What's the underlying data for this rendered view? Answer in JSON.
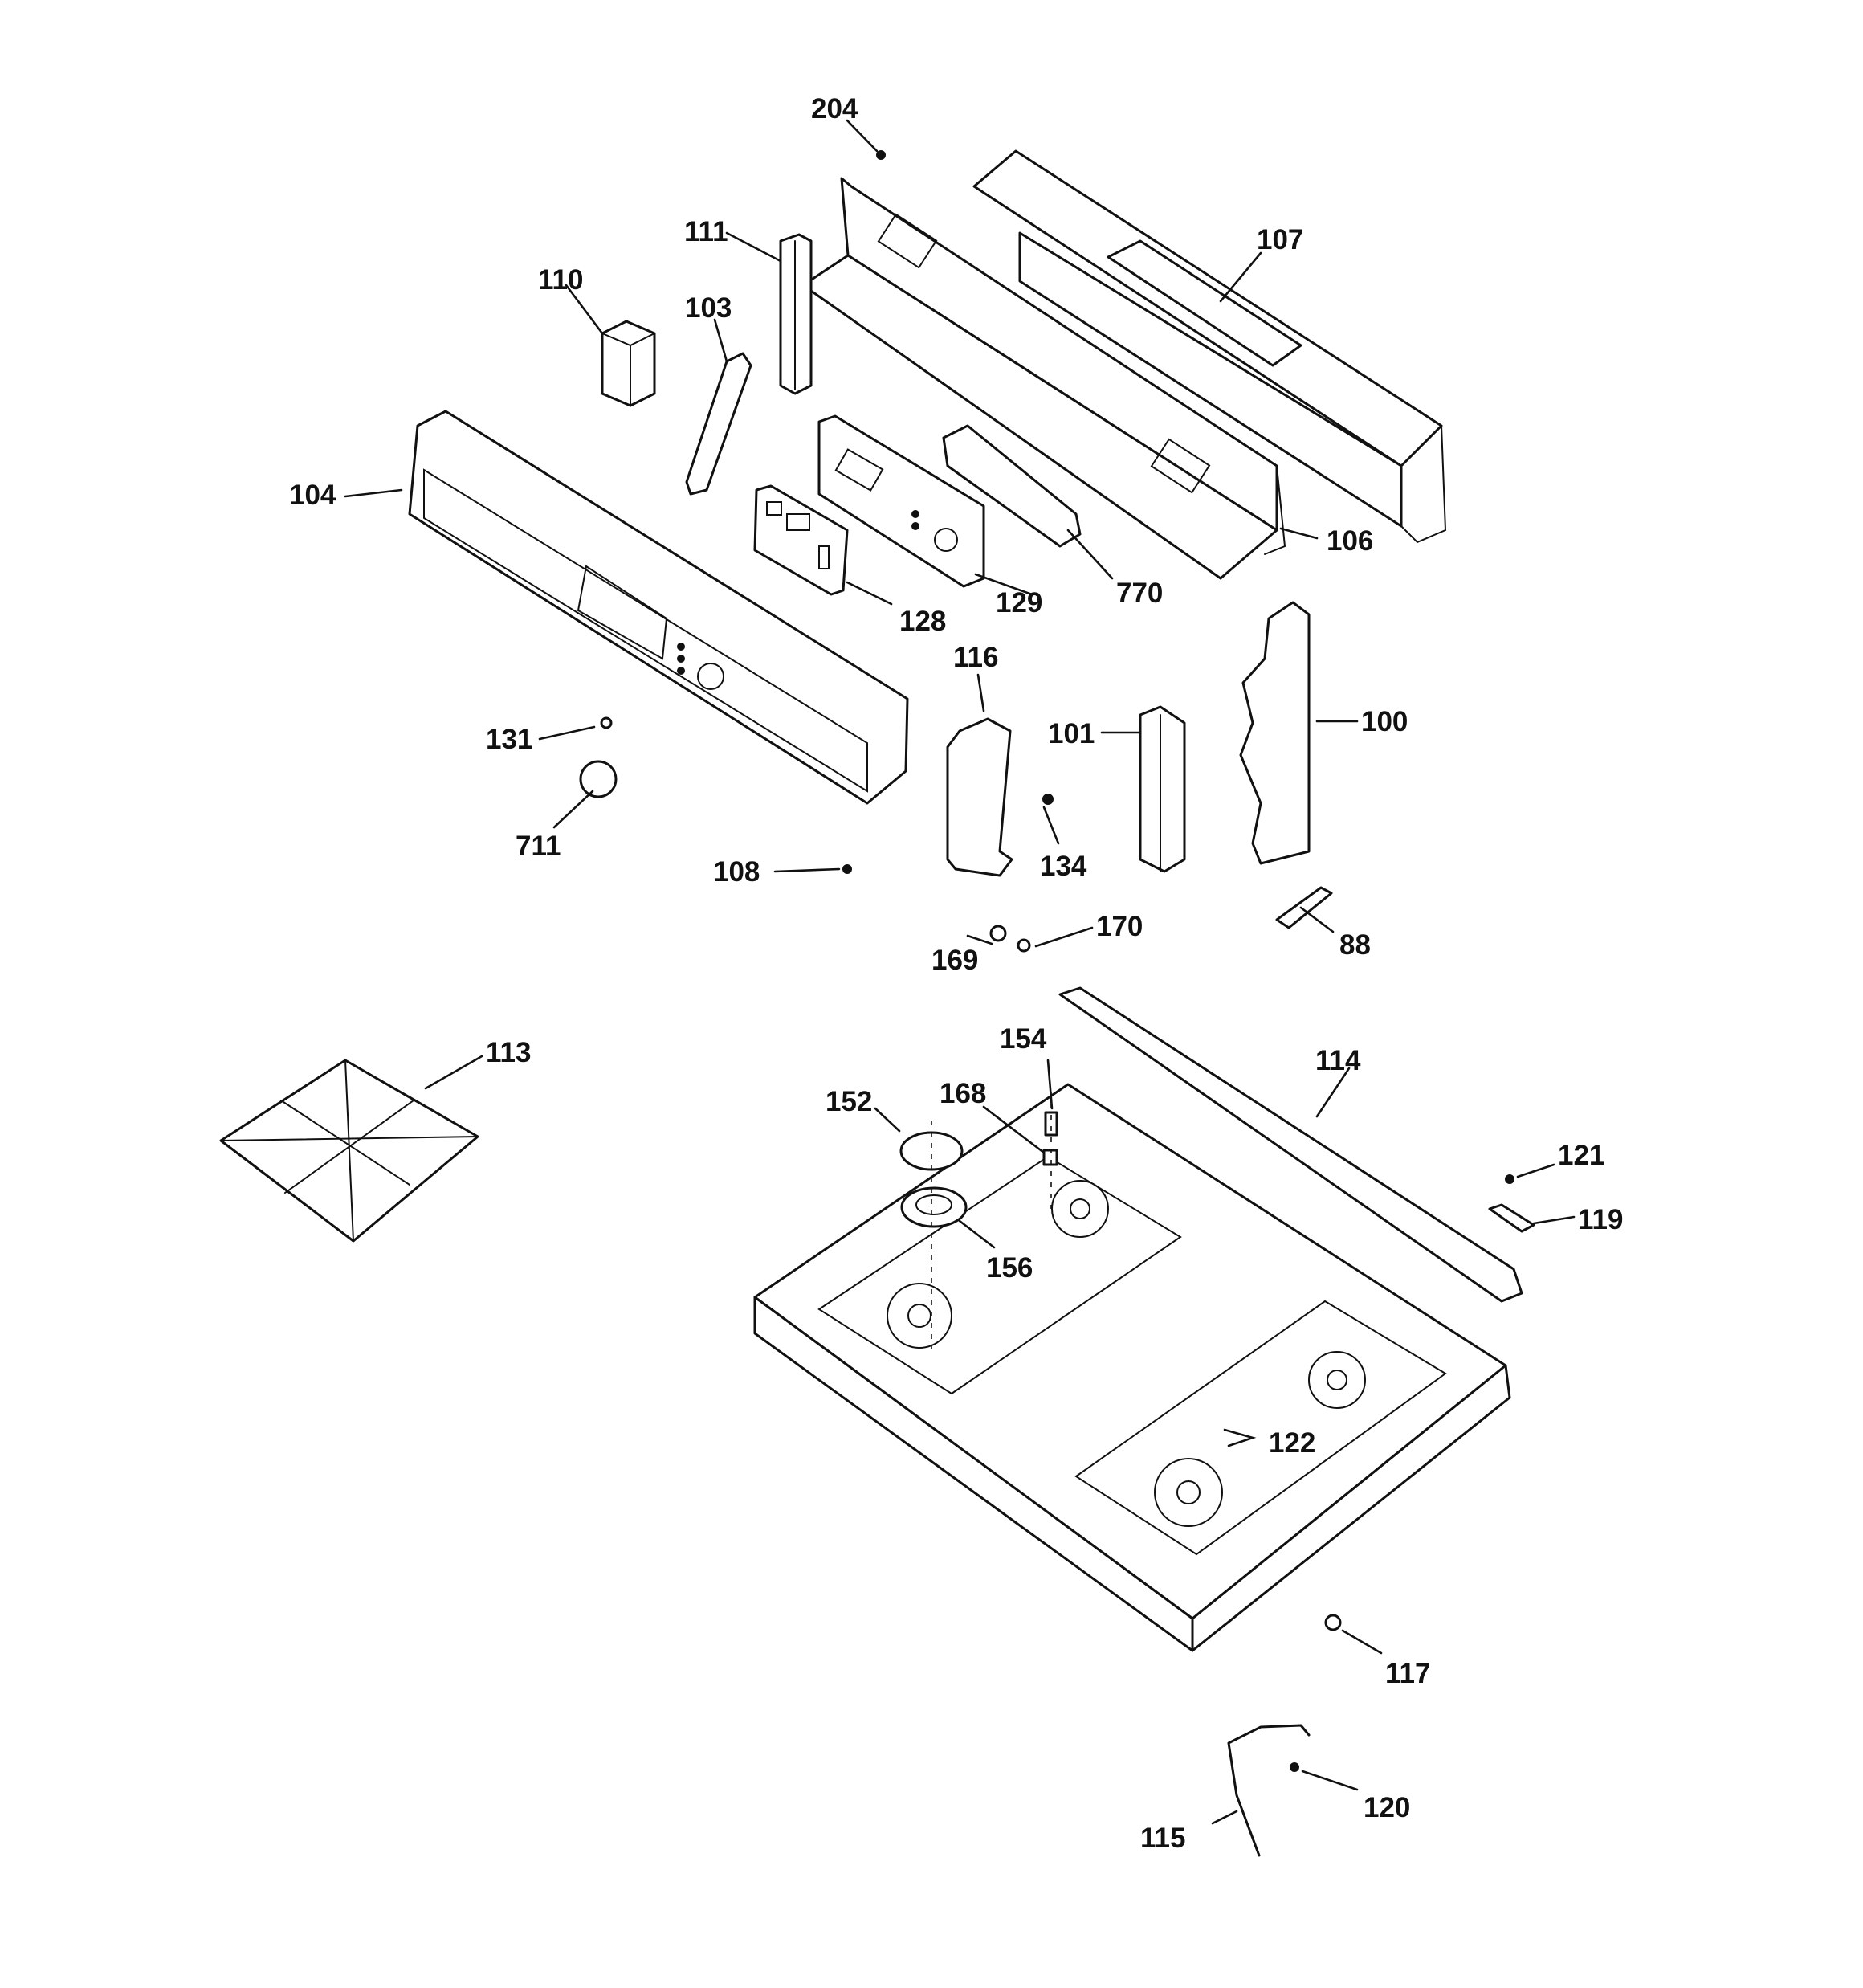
{
  "labels": {
    "p204": "204",
    "p107": "107",
    "p111": "111",
    "p110": "110",
    "p103": "103",
    "p104": "104",
    "p106": "106",
    "p128": "128",
    "p129": "129",
    "p770": "770",
    "p116": "116",
    "p131": "131",
    "p101": "101",
    "p100": "100",
    "p711": "711",
    "p134": "134",
    "p108": "108",
    "p170": "170",
    "p169": "169",
    "p88": "88",
    "p113": "113",
    "p154": "154",
    "p114": "114",
    "p152": "152",
    "p168": "168",
    "p121": "121",
    "p119": "119",
    "p156": "156",
    "p122": "122",
    "p117": "117",
    "p120": "120",
    "p115": "115"
  }
}
